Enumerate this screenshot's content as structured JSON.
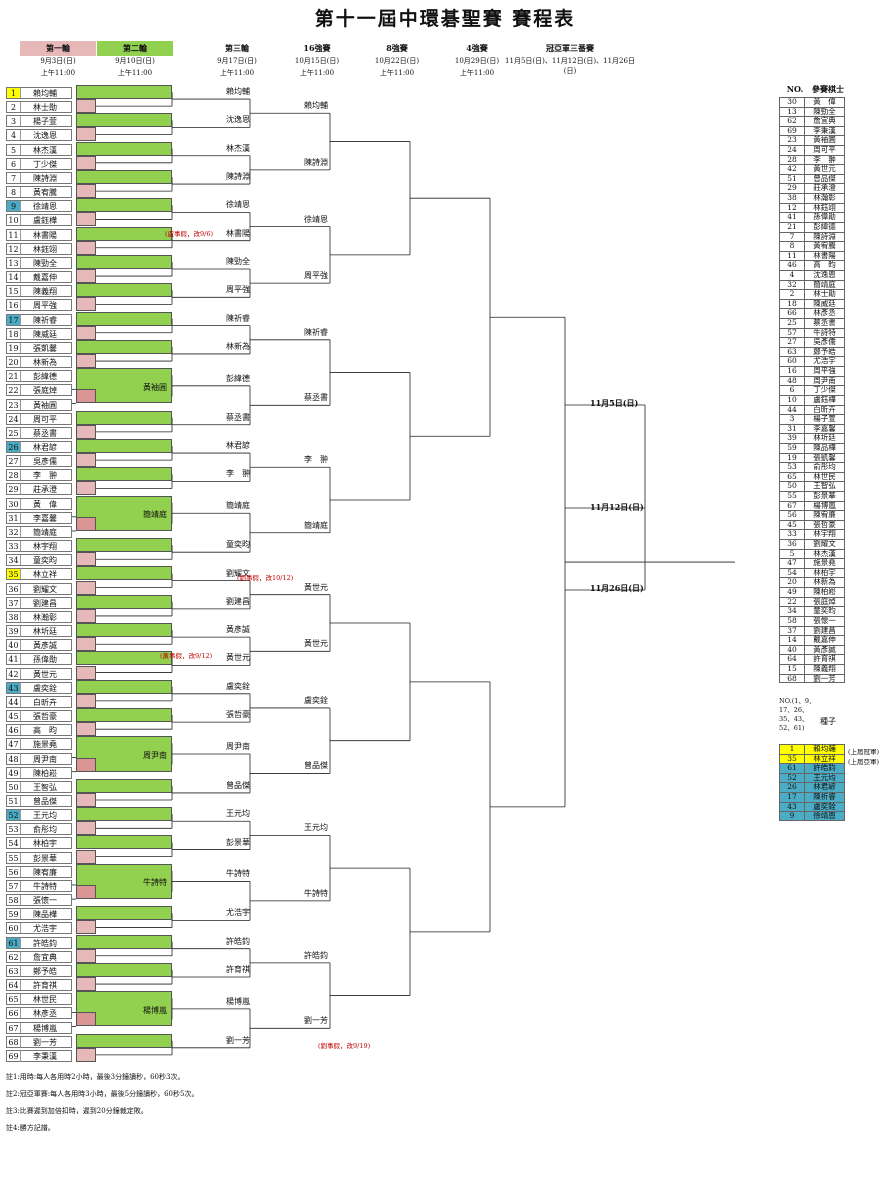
{
  "title": "第十一屆中環碁聖賽 賽程表",
  "rounds": [
    {
      "label": "第一輪",
      "date": "9月3日(日)",
      "time": "上午11:00",
      "bg": "#e6b8b7"
    },
    {
      "label": "第二輪",
      "date": "9月10日(日)",
      "time": "上午11:00",
      "bg": "#92d050"
    },
    {
      "label": "第三輪",
      "date": "9月17日(日)",
      "time": "上午11:00",
      "bg": ""
    },
    {
      "label": "16強賽",
      "date": "10月15日(日)",
      "time": "上午11:00",
      "bg": ""
    },
    {
      "label": "8強賽",
      "date": "10月22日(日)",
      "time": "上午11:00",
      "bg": ""
    },
    {
      "label": "4強賽",
      "date": "10月29日(日)",
      "time": "上午11:00",
      "bg": ""
    },
    {
      "label": "冠亞軍三番賽",
      "date": "11月5日(日)、11月12日(日)、11月26日(日)",
      "time": "",
      "bg": ""
    }
  ],
  "players": [
    {
      "no": "1",
      "name": "賴均輔",
      "seed": "#ffff00"
    },
    {
      "no": "2",
      "name": "林士勛"
    },
    {
      "no": "3",
      "name": "楊子萱"
    },
    {
      "no": "4",
      "name": "沈逸恩"
    },
    {
      "no": "5",
      "name": "林杰漢"
    },
    {
      "no": "6",
      "name": "丁少傑"
    },
    {
      "no": "7",
      "name": "陳詩淵"
    },
    {
      "no": "8",
      "name": "黃宥騰"
    },
    {
      "no": "9",
      "name": "徐靖恩",
      "seed": "#4bacc6"
    },
    {
      "no": "10",
      "name": "盧鈺樺"
    },
    {
      "no": "11",
      "name": "林書陽"
    },
    {
      "no": "12",
      "name": "林鈺翊"
    },
    {
      "no": "13",
      "name": "陳勁全"
    },
    {
      "no": "14",
      "name": "戴嘉伸"
    },
    {
      "no": "15",
      "name": "陳義翔"
    },
    {
      "no": "16",
      "name": "周平強"
    },
    {
      "no": "17",
      "name": "陳祈睿",
      "seed": "#4bacc6"
    },
    {
      "no": "18",
      "name": "陳威廷"
    },
    {
      "no": "19",
      "name": "張凱馨"
    },
    {
      "no": "20",
      "name": "林新為"
    },
    {
      "no": "21",
      "name": "彭緯德"
    },
    {
      "no": "22",
      "name": "張庭焯"
    },
    {
      "no": "23",
      "name": "黃袖圓"
    },
    {
      "no": "24",
      "name": "周可平"
    },
    {
      "no": "25",
      "name": "蔡丞書"
    },
    {
      "no": "26",
      "name": "林君諺",
      "seed": "#4bacc6"
    },
    {
      "no": "27",
      "name": "吳彥儒"
    },
    {
      "no": "28",
      "name": "李　翀"
    },
    {
      "no": "29",
      "name": "莊承澄"
    },
    {
      "no": "30",
      "name": "黃　偉"
    },
    {
      "no": "31",
      "name": "李嘉馨"
    },
    {
      "no": "32",
      "name": "簡靖庭"
    },
    {
      "no": "33",
      "name": "林宇翔"
    },
    {
      "no": "34",
      "name": "童奕昀"
    },
    {
      "no": "35",
      "name": "林立祥",
      "seed": "#ffff00"
    },
    {
      "no": "36",
      "name": "劉耀文"
    },
    {
      "no": "37",
      "name": "劉建昌"
    },
    {
      "no": "38",
      "name": "林瀚彰"
    },
    {
      "no": "39",
      "name": "林圻廷"
    },
    {
      "no": "40",
      "name": "黃彥誠"
    },
    {
      "no": "41",
      "name": "孫偉勛"
    },
    {
      "no": "42",
      "name": "黃世元"
    },
    {
      "no": "43",
      "name": "盧奕銓",
      "seed": "#4bacc6"
    },
    {
      "no": "44",
      "name": "白昕卉"
    },
    {
      "no": "45",
      "name": "張哲豪"
    },
    {
      "no": "46",
      "name": "高　昀"
    },
    {
      "no": "47",
      "name": "施景堯"
    },
    {
      "no": "48",
      "name": "周尹南"
    },
    {
      "no": "49",
      "name": "陳柏崧"
    },
    {
      "no": "50",
      "name": "王智弘"
    },
    {
      "no": "51",
      "name": "曾品傑"
    },
    {
      "no": "52",
      "name": "王元均",
      "seed": "#4bacc6"
    },
    {
      "no": "53",
      "name": "俞彤均"
    },
    {
      "no": "54",
      "name": "林柏宇"
    },
    {
      "no": "55",
      "name": "彭景華"
    },
    {
      "no": "56",
      "name": "陳宥廉"
    },
    {
      "no": "57",
      "name": "牛詩特"
    },
    {
      "no": "58",
      "name": "張懷一"
    },
    {
      "no": "59",
      "name": "陳品樺"
    },
    {
      "no": "60",
      "name": "尤浩宇"
    },
    {
      "no": "61",
      "name": "許皓鈞",
      "seed": "#4bacc6"
    },
    {
      "no": "62",
      "name": "詹宜典"
    },
    {
      "no": "63",
      "name": "鄭予皓"
    },
    {
      "no": "64",
      "name": "許育祺"
    },
    {
      "no": "65",
      "name": "林世民"
    },
    {
      "no": "66",
      "name": "林彥丞"
    },
    {
      "no": "67",
      "name": "楊博嵐"
    },
    {
      "no": "68",
      "name": "劉一芳"
    },
    {
      "no": "69",
      "name": "李秉漢"
    }
  ],
  "round1_winners": [
    "黃袖圓",
    "簡靖庭",
    "周尹南",
    "牛詩特",
    "楊博嵐"
  ],
  "round3": [
    "賴均輔",
    "沈逸恩",
    "林杰漢",
    "陳詩淵",
    "徐靖恩",
    "林書陽",
    "陳勁全",
    "周平強",
    "陳祈睿",
    "林新為",
    "彭緯德",
    "蔡丞書",
    "林君諺",
    "李　翀",
    "簡靖庭",
    "童奕昀",
    "劉耀文",
    "劉建昌",
    "黃彥誠",
    "黃世元",
    "盧奕銓",
    "張哲豪",
    "周尹南",
    "曾品傑",
    "王元均",
    "彭景華",
    "牛詩特",
    "尤浩宇",
    "許皓鈞",
    "許育祺",
    "楊博嵐",
    "劉一芳"
  ],
  "round16": [
    "賴均輔",
    "陳詩淵",
    "徐靖恩",
    "周平強",
    "陳祈睿",
    "蔡丞書",
    "李　翀",
    "簡靖庭",
    "黃世元",
    "黃世元",
    "盧奕銓",
    "曾品傑",
    "王元均",
    "牛詩特",
    "許皓鈞",
    "劉一芳"
  ],
  "notes": [
    "(盧事假，改9/6)",
    "(劉事假，改10/12)",
    "(黃事假，改9/12)",
    "(劉事假，改9/19)"
  ],
  "final_dates": [
    "11月5日(日)",
    "11月12日(日)",
    "11月26日(日)"
  ],
  "schedule": {
    "header_no": "NO.",
    "header_name": "參賽棋士",
    "rows": [
      [
        "30",
        "黃　偉"
      ],
      [
        "13",
        "陳勁全"
      ],
      [
        "62",
        "詹宜典"
      ],
      [
        "69",
        "李秉漢"
      ],
      [
        "23",
        "黃袖圓"
      ],
      [
        "24",
        "周可平"
      ],
      [
        "28",
        "李　翀"
      ],
      [
        "42",
        "黃世元"
      ],
      [
        "51",
        "曾品傑"
      ],
      [
        "29",
        "莊承澄"
      ],
      [
        "38",
        "林瀚彰"
      ],
      [
        "12",
        "林鈺翊"
      ],
      [
        "41",
        "孫偉勛"
      ],
      [
        "21",
        "彭緯德"
      ],
      [
        "7",
        "陳詩淵"
      ],
      [
        "8",
        "黃宥騰"
      ],
      [
        "11",
        "林書陽"
      ],
      [
        "46",
        "高　昀"
      ],
      [
        "4",
        "沈逸恩"
      ],
      [
        "32",
        "簡靖庭"
      ],
      [
        "2",
        "林士勛"
      ],
      [
        "18",
        "陳威廷"
      ],
      [
        "66",
        "林彥丞"
      ],
      [
        "25",
        "蔡丞書"
      ],
      [
        "57",
        "牛詩特"
      ],
      [
        "27",
        "吳彥儒"
      ],
      [
        "63",
        "鄭予皓"
      ],
      [
        "60",
        "尤浩宇"
      ],
      [
        "16",
        "周平強"
      ],
      [
        "48",
        "周尹南"
      ],
      [
        "6",
        "丁少傑"
      ],
      [
        "10",
        "盧鈺樺"
      ],
      [
        "44",
        "白昕卉"
      ],
      [
        "3",
        "楊子萱"
      ],
      [
        "31",
        "李嘉馨"
      ],
      [
        "39",
        "林圻廷"
      ],
      [
        "59",
        "陳品樺"
      ],
      [
        "19",
        "張凱馨"
      ],
      [
        "53",
        "俞彤均"
      ],
      [
        "65",
        "林世民"
      ],
      [
        "50",
        "王智弘"
      ],
      [
        "55",
        "彭景華"
      ],
      [
        "67",
        "楊博嵐"
      ],
      [
        "56",
        "陳宥廉"
      ],
      [
        "45",
        "張哲豪"
      ],
      [
        "33",
        "林宇翔"
      ],
      [
        "36",
        "劉耀文"
      ],
      [
        "5",
        "林杰漢"
      ],
      [
        "47",
        "施景堯"
      ],
      [
        "54",
        "林柏宇"
      ],
      [
        "20",
        "林新為"
      ],
      [
        "49",
        "陳柏崧"
      ],
      [
        "22",
        "張庭焯"
      ],
      [
        "34",
        "童奕昀"
      ],
      [
        "58",
        "張懷一"
      ],
      [
        "37",
        "劉建昌"
      ],
      [
        "14",
        "戴嘉伸"
      ],
      [
        "40",
        "黃彥誠"
      ],
      [
        "64",
        "許育祺"
      ],
      [
        "15",
        "陳義翔"
      ],
      [
        "68",
        "劉一芳"
      ]
    ]
  },
  "seed_section": {
    "no_note": "NO.(1、9、17、26、35、43、52、61)",
    "label": "種子",
    "rows": [
      {
        "no": "1",
        "name": "賴均輔",
        "note": "(上屆冠軍)",
        "color": "#ffff00"
      },
      {
        "no": "35",
        "name": "林立祥",
        "note": "(上屆亞軍)",
        "color": "#ffff00"
      },
      {
        "no": "61",
        "name": "許皓鈞",
        "note": "",
        "color": "#4bacc6"
      },
      {
        "no": "52",
        "name": "王元均",
        "note": "",
        "color": "#4bacc6"
      },
      {
        "no": "26",
        "name": "林君諺",
        "note": "",
        "color": "#4bacc6"
      },
      {
        "no": "17",
        "name": "陳祈睿",
        "note": "",
        "color": "#4bacc6"
      },
      {
        "no": "43",
        "name": "盧奕銓",
        "note": "",
        "color": "#4bacc6"
      },
      {
        "no": "9",
        "name": "徐靖恩",
        "note": "",
        "color": "#4bacc6"
      }
    ]
  },
  "footnotes": [
    "註1:用時:每人各用時2小時，最後3分鐘讀秒，60秒3次。",
    "註2:冠亞軍賽:每人各用時3小時，最後5分鐘讀秒，60秒5次。",
    "註3:比賽遲到加倍扣時，遲到20分鐘裁定敗。",
    "註4:勝方記譜。"
  ]
}
